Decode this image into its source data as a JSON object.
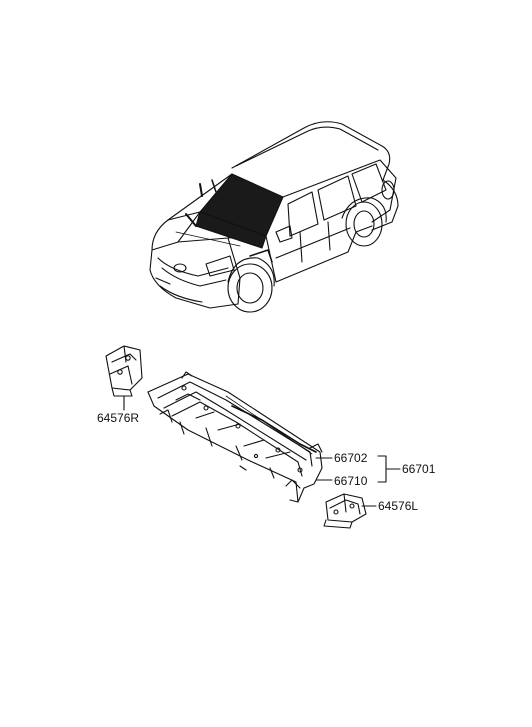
{
  "parts": [
    {
      "id": "64576R",
      "label": "64576R"
    },
    {
      "id": "66702",
      "label": "66702"
    },
    {
      "id": "66710",
      "label": "66710"
    },
    {
      "id": "66701",
      "label": "66701"
    },
    {
      "id": "64576L",
      "label": "64576L"
    }
  ],
  "colors": {
    "line": "#111111",
    "fill_dark": "#1a1a1a",
    "background": "#ffffff"
  }
}
